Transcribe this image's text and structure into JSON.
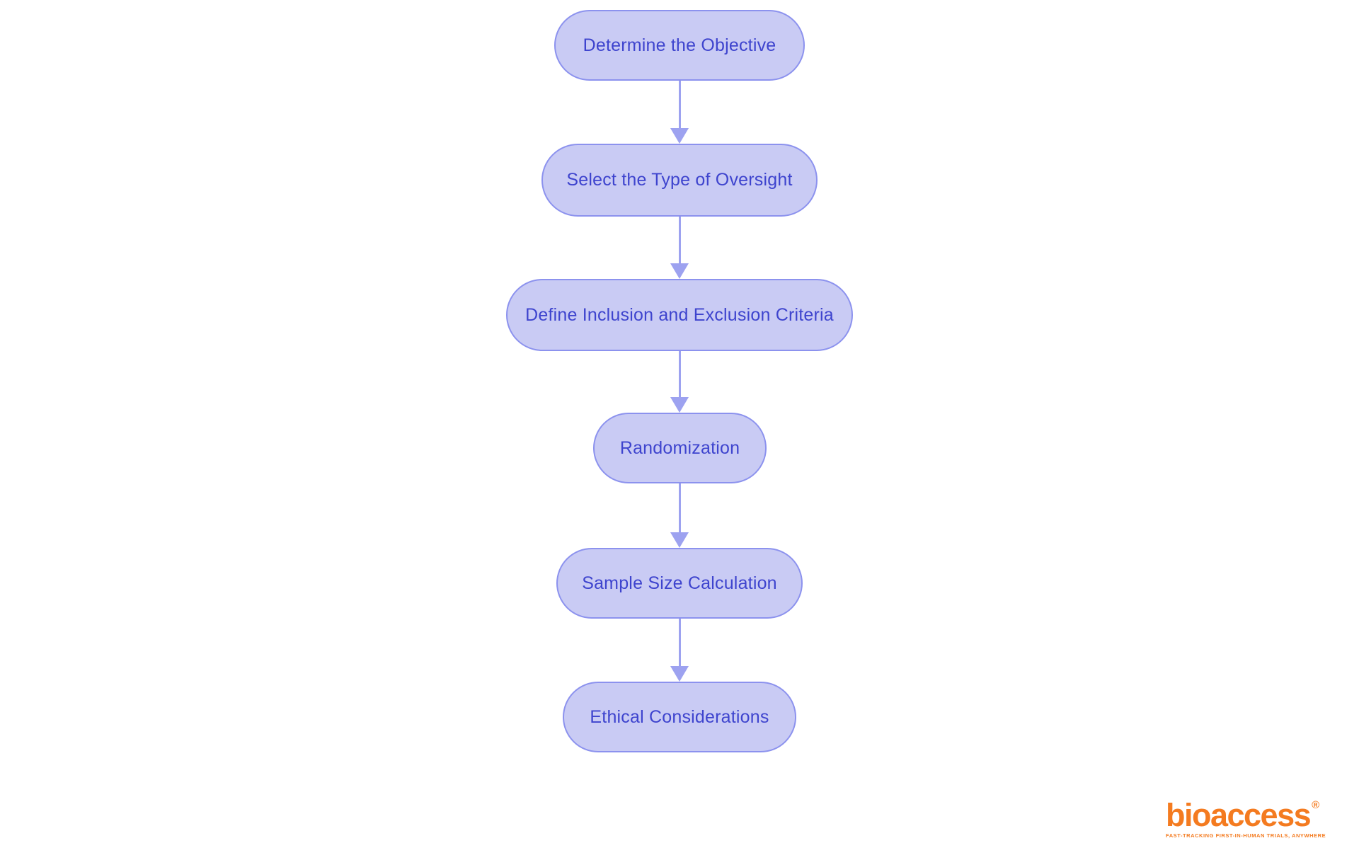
{
  "flowchart": {
    "nodes": [
      {
        "label": "Determine the Objective"
      },
      {
        "label": "Select the Type of Oversight"
      },
      {
        "label": "Define Inclusion and Exclusion Criteria"
      },
      {
        "label": "Randomization"
      },
      {
        "label": "Sample Size Calculation"
      },
      {
        "label": "Ethical Considerations"
      }
    ]
  },
  "branding": {
    "logo_text": "bioaccess",
    "registered_mark": "®",
    "tagline": "FAST-TRACKING FIRST-IN-HUMAN TRIALS, ANYWHERE"
  },
  "colors": {
    "background": "#ffffff",
    "node_fill": "#c9cbf4",
    "node_border": "#8c92ee",
    "node_text": "#3e44ce",
    "arrow": "#9da2f0",
    "brand_orange": "#f47b20"
  }
}
